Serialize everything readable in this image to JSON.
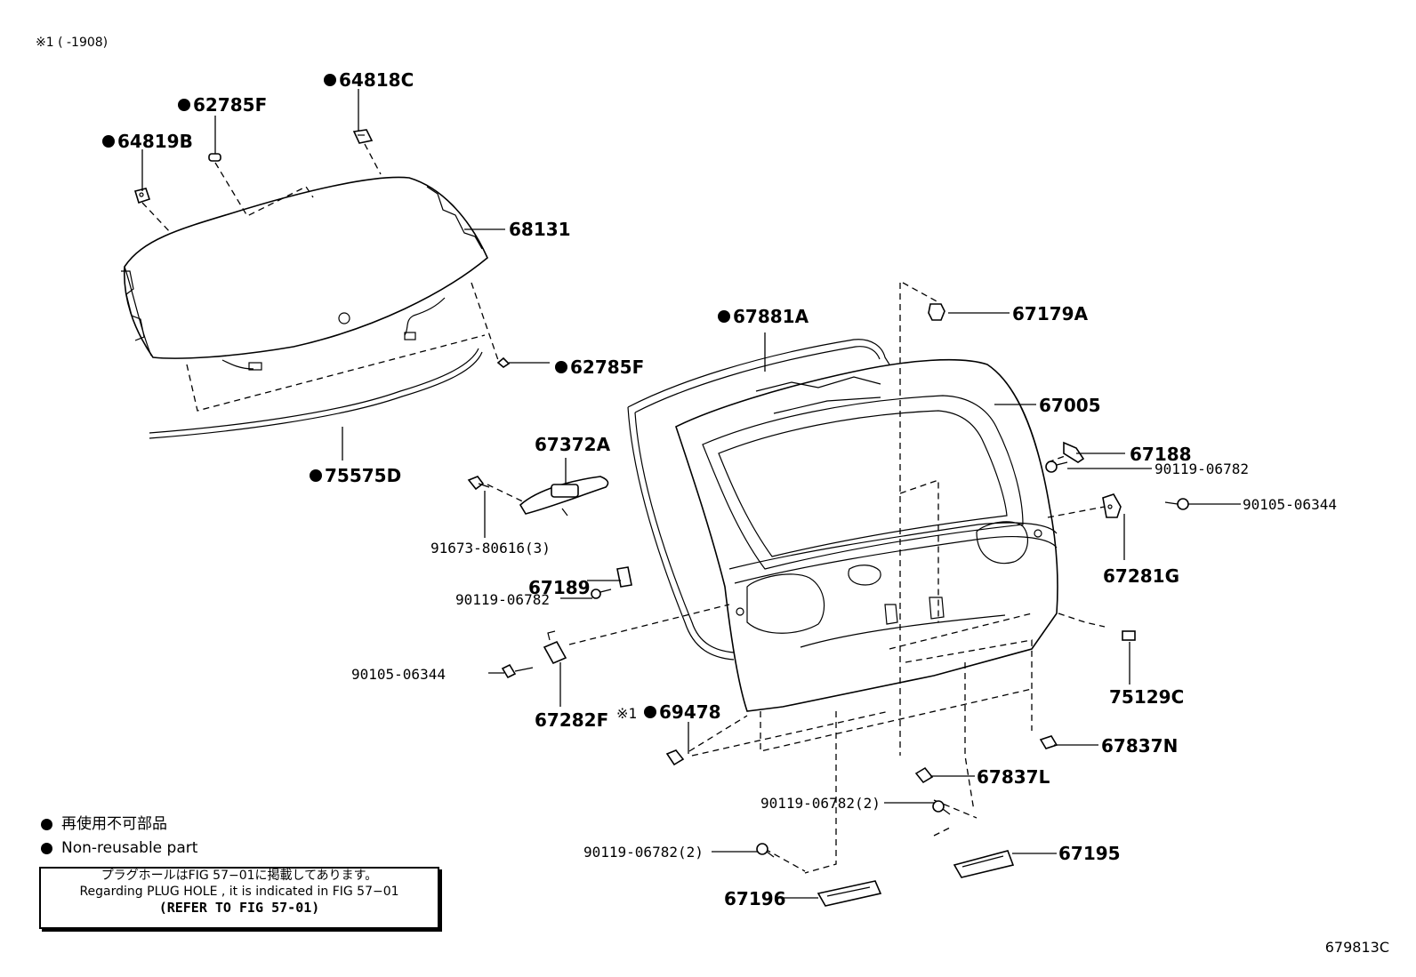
{
  "header_note": "※1 (      -1908)",
  "figure_id": "679813C",
  "legend": {
    "jp": "再使用不可部品",
    "en": "Non-reusable part"
  },
  "note": {
    "jp": "プラグホールはFIG 57−01に掲載してあります。",
    "en": "Regarding  PLUG  HOLE , it is indicated in FIG  57−01",
    "ref": "(REFER TO FIG 57-01)"
  },
  "parts": {
    "p64818C": "64818C",
    "p62785F_top": "62785F",
    "p64819B": "64819B",
    "p68131": "68131",
    "p62785F_mid": "62785F",
    "p75575D": "75575D",
    "p67881A": "67881A",
    "p67179A": "67179A",
    "p67005": "67005",
    "p67372A": "67372A",
    "p91673": "91673-80616(3)",
    "p67188": "67188",
    "p90119_a": "90119-06782",
    "p90105_r": "90105-06344",
    "p67281G": "67281G",
    "p67189": "67189",
    "p90119_b": "90119-06782",
    "p90105_l": "90105-06344",
    "p67282F": "67282F",
    "p69478_prefix": "※1",
    "p69478": "69478",
    "p75129C": "75129C",
    "p67837N": "67837N",
    "p67837L": "67837L",
    "p90119_c": "90119-06782(2)",
    "p67195": "67195",
    "p90119_d": "90119-06782(2)",
    "p67196": "67196"
  }
}
